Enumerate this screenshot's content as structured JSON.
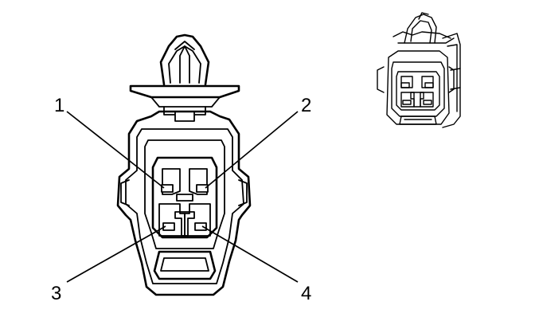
{
  "pins": [
    {
      "label": "1"
    },
    {
      "label": "2"
    },
    {
      "label": "3"
    },
    {
      "label": "4"
    }
  ],
  "colors": {
    "line": "#000000",
    "background": "#ffffff"
  }
}
